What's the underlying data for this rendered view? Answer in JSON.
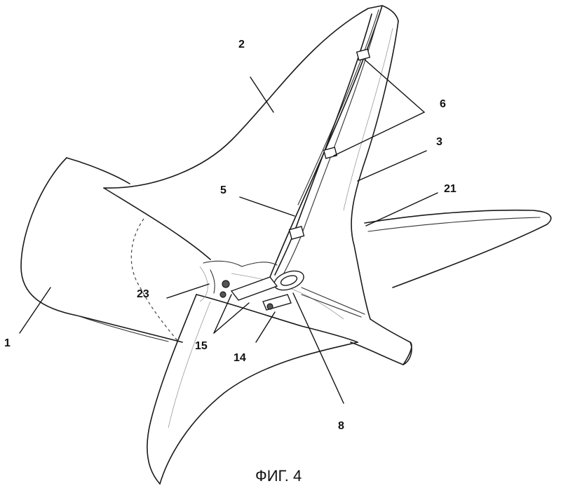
{
  "labels": {
    "l1": "1",
    "l2": "2",
    "l3": "3",
    "l5": "5",
    "l6": "6",
    "l8": "8",
    "l14": "14",
    "l15": "15",
    "l21": "21",
    "l23": "23"
  },
  "caption": "ФИГ. 4"
}
